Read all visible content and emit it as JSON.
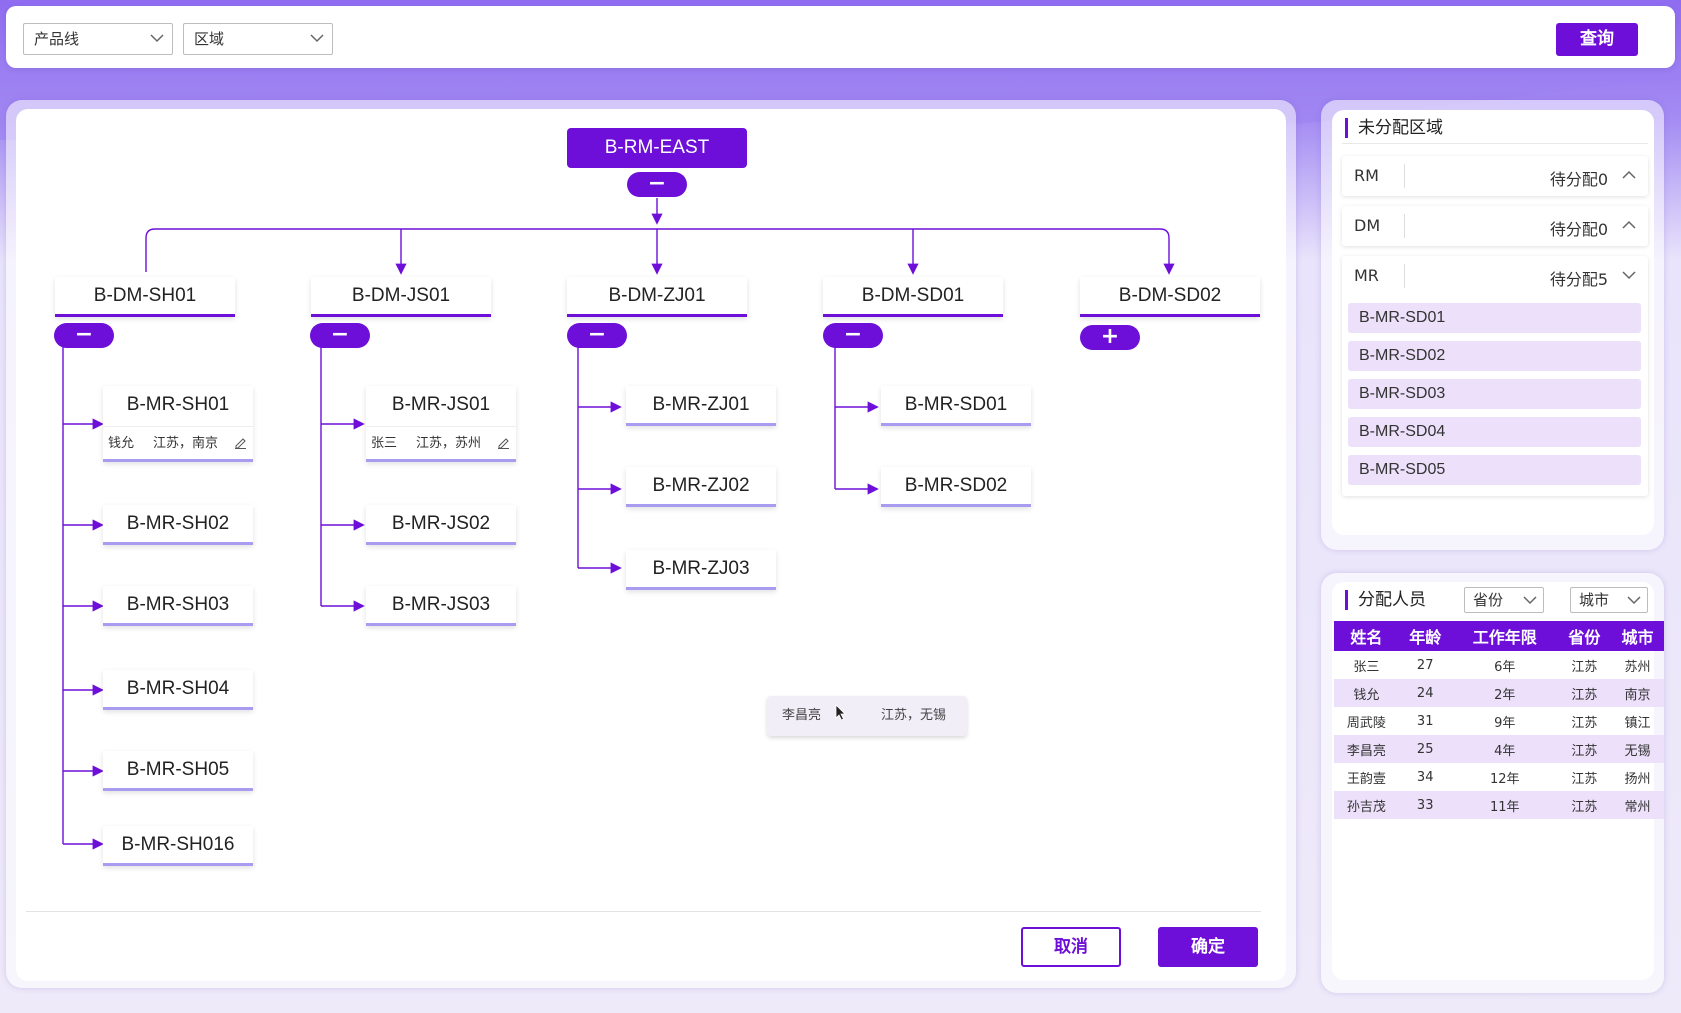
{
  "filters": {
    "product_line": "产品线",
    "region": "区域",
    "query_button": "查询"
  },
  "tree": {
    "root": "B-RM-EAST",
    "root_toggle": "−",
    "dms": [
      {
        "name": "B-DM-SH01",
        "toggle": "−",
        "mrs": [
          {
            "name": "B-MR-SH01",
            "person": "钱允",
            "location": "江苏，南京"
          },
          {
            "name": "B-MR-SH02"
          },
          {
            "name": "B-MR-SH03"
          },
          {
            "name": "B-MR-SH04"
          },
          {
            "name": "B-MR-SH05"
          },
          {
            "name": "B-MR-SH016"
          }
        ]
      },
      {
        "name": "B-DM-JS01",
        "toggle": "−",
        "mrs": [
          {
            "name": "B-MR-JS01",
            "person": "张三",
            "location": "江苏，苏州"
          },
          {
            "name": "B-MR-JS02"
          },
          {
            "name": "B-MR-JS03"
          }
        ]
      },
      {
        "name": "B-DM-ZJ01",
        "toggle": "−",
        "mrs": [
          {
            "name": "B-MR-ZJ01"
          },
          {
            "name": "B-MR-ZJ02"
          },
          {
            "name": "B-MR-ZJ03"
          }
        ]
      },
      {
        "name": "B-DM-SD01",
        "toggle": "−",
        "mrs": [
          {
            "name": "B-MR-SD01"
          },
          {
            "name": "B-MR-SD02"
          }
        ]
      },
      {
        "name": "B-DM-SD02",
        "toggle": "+",
        "mrs": []
      }
    ]
  },
  "drag_card": {
    "person": "李昌亮",
    "location": "江苏，无锡"
  },
  "actions": {
    "cancel": "取消",
    "confirm": "确定"
  },
  "unassigned": {
    "title": "未分配区域",
    "groups": [
      {
        "key": "RM",
        "value": "待分配0",
        "state": "collapsed-up"
      },
      {
        "key": "DM",
        "value": "待分配0",
        "state": "collapsed-up"
      },
      {
        "key": "MR",
        "value": "待分配5",
        "state": "expanded"
      }
    ],
    "mr_items": [
      "B-MR-SD01",
      "B-MR-SD02",
      "B-MR-SD03",
      "B-MR-SD04",
      "B-MR-SD05"
    ]
  },
  "people": {
    "title": "分配人员",
    "province_select": "省份",
    "city_select": "城市",
    "columns": [
      "姓名",
      "年龄",
      "工作年限",
      "省份",
      "城市"
    ],
    "rows": [
      [
        "张三",
        "27",
        "6年",
        "江苏",
        "苏州"
      ],
      [
        "钱允",
        "24",
        "2年",
        "江苏",
        "南京"
      ],
      [
        "周武陵",
        "31",
        "9年",
        "江苏",
        "镇江"
      ],
      [
        "李昌亮",
        "25",
        "4年",
        "江苏",
        "无锡"
      ],
      [
        "王韵壹",
        "34",
        "12年",
        "江苏",
        "扬州"
      ],
      [
        "孙吉茂",
        "33",
        "11年",
        "江苏",
        "常州"
      ]
    ]
  },
  "colors": {
    "accent": "#6d0fd8",
    "highlight": "#ece0fa",
    "mr_underline": "#a79cf0"
  }
}
